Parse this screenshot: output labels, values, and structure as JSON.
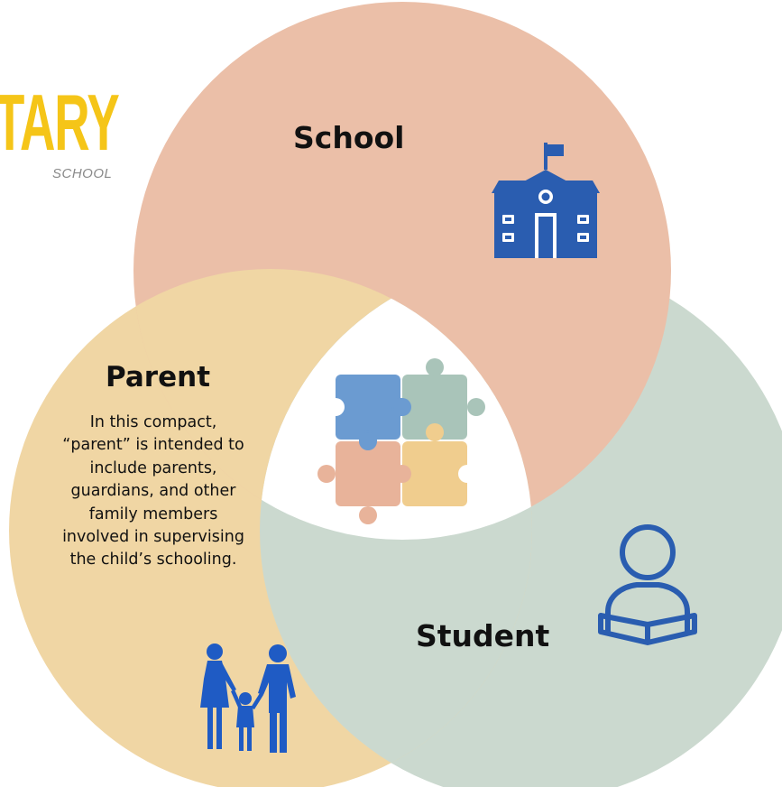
{
  "logo": {
    "word": "TARY",
    "sub": "SCHOOL"
  },
  "circles": {
    "school": {
      "label": "School",
      "color": "#ebbfa8"
    },
    "parent": {
      "label": "Parent",
      "color": "#f0d6a4"
    },
    "student": {
      "label": "Student",
      "color": "#cbd9cf"
    }
  },
  "parent_description": "In this compact, “parent” is intended to include parents, guardians, and other family members involved in supervising the child’s schooling.",
  "icons": {
    "school": "school-building-icon",
    "student": "student-reading-icon",
    "family": "family-silhouette-icon",
    "center": "puzzle-pieces-icon"
  },
  "colors": {
    "icon_blue": "#2a5db0",
    "family_blue": "#1f5bc4",
    "puzzle_blue": "#6b9bd1",
    "puzzle_green": "#a9c4b9",
    "puzzle_peach": "#e8b39a",
    "puzzle_yellow": "#f0cd8e"
  }
}
